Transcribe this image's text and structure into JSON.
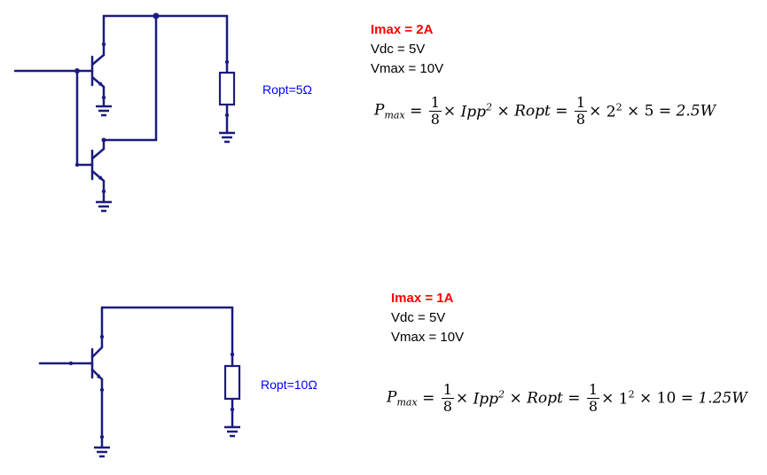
{
  "colors": {
    "wire": "#1b1b7f",
    "label": "#0000ff",
    "imax": "#ff0000"
  },
  "circuit1": {
    "rload_label": "Ropt=5Ω",
    "imax": "Imax = 2A",
    "vdc": "Vdc = 5V",
    "vmax": "Vmax = 10V",
    "eq": {
      "lhs_base": "P",
      "lhs_sub": "max",
      "frac_num": "1",
      "frac_den": "8",
      "term_ipp": "Ipp",
      "sup2": "2",
      "term_ropt": "Ropt",
      "eval_base": "2",
      "eval_mult": "5",
      "result": "2.5W"
    }
  },
  "circuit2": {
    "rload_label": "Ropt=10Ω",
    "imax": "Imax = 1A",
    "vdc": "Vdc = 5V",
    "vmax": "Vmax = 10V",
    "eq": {
      "lhs_base": "P",
      "lhs_sub": "max",
      "frac_num": "1",
      "frac_den": "8",
      "term_ipp": "Ipp",
      "sup2": "2",
      "term_ropt": "Ropt",
      "eval_base": "1",
      "eval_mult": "10",
      "result": "1.25W"
    }
  },
  "symbols": {
    "eq": "=",
    "times": "×"
  }
}
